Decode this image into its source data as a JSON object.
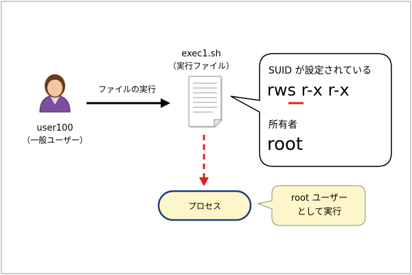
{
  "user": {
    "name": "user100",
    "role": "（一般ユーザー）"
  },
  "arrow_label": "ファイルの実行",
  "file": {
    "name": "exec1.sh",
    "kind": "（実行ファイル）"
  },
  "info_bubble": {
    "suid_label": "SUID が設定されている",
    "permissions": "rws r-x r-x",
    "owner_label": "所有者",
    "owner": "root"
  },
  "process": {
    "label": "プロセス"
  },
  "note_bubble": {
    "line1": "root ユーザー",
    "line2": "として実行"
  },
  "colors": {
    "accent_red": "#e0201c",
    "process_fill": "#fdf6c8",
    "process_border": "#1f3d7a",
    "note_fill": "#fdf6c8",
    "avatar_body": "#7a4fa0",
    "avatar_face": "#f3c8a0",
    "avatar_hair": "#6b3a1e"
  }
}
